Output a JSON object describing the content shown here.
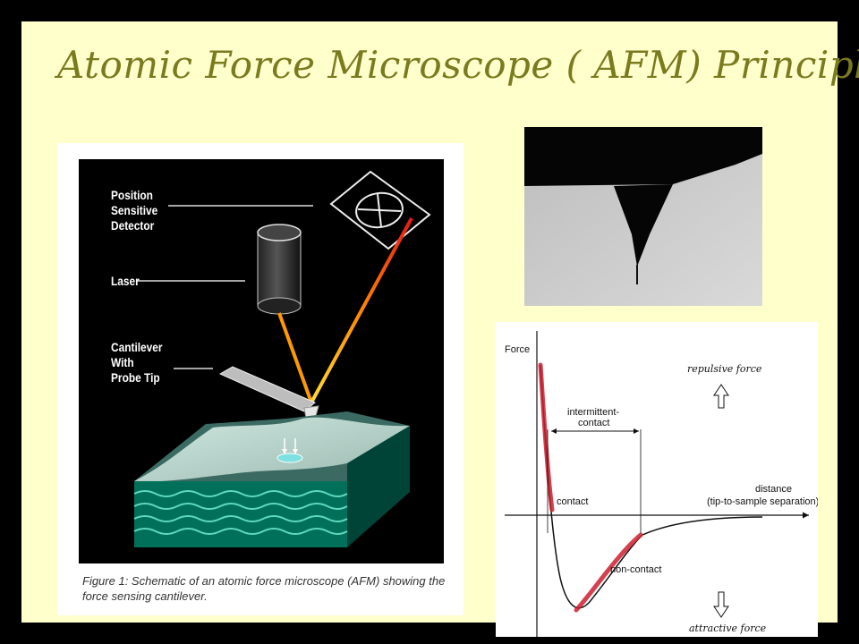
{
  "title": "Atomic Force Microscope ( AFM) Principle",
  "schematic": {
    "labels": {
      "detector": "Position\nSensitive\nDetector",
      "laser": "Laser",
      "cantilever": "Cantilever\nWith\nProbe Tip"
    },
    "caption": "Figure 1: Schematic of an atomic force microscope (AFM) showing the force sensing cantilever."
  },
  "force_curve": {
    "y_label": "Force",
    "x_label_line1": "distance",
    "x_label_line2": "(tip-to-sample separation)",
    "regions": {
      "intermittent_line1": "intermittent-",
      "intermittent_line2": "contact",
      "contact": "contact",
      "non_contact": "non-contact"
    },
    "repulsive": "repulsive force",
    "attractive": "attractive force"
  },
  "colors": {
    "background": "#FFFFCC",
    "title": "#7A7A1E",
    "highlight": "#CC1F2F",
    "beam_start": "#FF8800",
    "beam_end": "#FFDD00"
  }
}
